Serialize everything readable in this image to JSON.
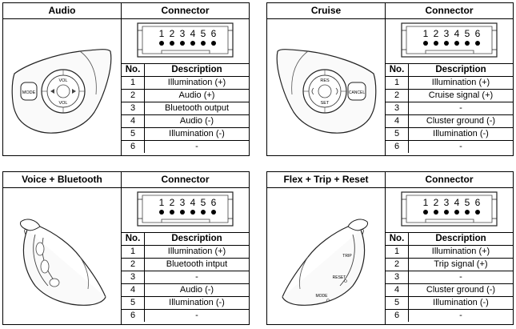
{
  "panels": [
    {
      "title": "Audio",
      "connector_title": "Connector",
      "switch_labels": [
        "MODE",
        "VOL",
        "VOL"
      ],
      "pin_numbers": [
        "1",
        "2",
        "3",
        "4",
        "5",
        "6"
      ],
      "table_header": {
        "no": "No.",
        "description": "Description"
      },
      "rows": [
        {
          "no": "1",
          "description": "Illumination (+)"
        },
        {
          "no": "2",
          "description": "Audio (+)"
        },
        {
          "no": "3",
          "description": "Bluetooth output"
        },
        {
          "no": "4",
          "description": "Audio (-)"
        },
        {
          "no": "5",
          "description": "Illumination (-)"
        },
        {
          "no": "6",
          "description": "-"
        }
      ]
    },
    {
      "title": "Cruise",
      "connector_title": "Connector",
      "switch_labels": [
        "RES",
        "SET",
        "CANCEL"
      ],
      "pin_numbers": [
        "1",
        "2",
        "3",
        "4",
        "5",
        "6"
      ],
      "table_header": {
        "no": "No.",
        "description": "Description"
      },
      "rows": [
        {
          "no": "1",
          "description": "Illumination (+)"
        },
        {
          "no": "2",
          "description": "Cruise signal (+)"
        },
        {
          "no": "3",
          "description": "-"
        },
        {
          "no": "4",
          "description": "Cluster ground (-)"
        },
        {
          "no": "5",
          "description": "Illumination (-)"
        },
        {
          "no": "6",
          "description": "-"
        }
      ]
    },
    {
      "title": "Voice + Bluetooth",
      "connector_title": "Connector",
      "pin_numbers": [
        "1",
        "2",
        "3",
        "4",
        "5",
        "6"
      ],
      "table_header": {
        "no": "No.",
        "description": "Description"
      },
      "rows": [
        {
          "no": "1",
          "description": "Illumination (+)"
        },
        {
          "no": "2",
          "description": "Bluetooth intput"
        },
        {
          "no": "3",
          "description": "-"
        },
        {
          "no": "4",
          "description": "Audio (-)"
        },
        {
          "no": "5",
          "description": "Illumination (-)"
        },
        {
          "no": "6",
          "description": "-"
        }
      ]
    },
    {
      "title": "Flex + Trip + Reset",
      "connector_title": "Connector",
      "switch_labels": [
        "TRIP",
        "RESET",
        "MODE"
      ],
      "pin_numbers": [
        "1",
        "2",
        "3",
        "4",
        "5",
        "6"
      ],
      "table_header": {
        "no": "No.",
        "description": "Description"
      },
      "rows": [
        {
          "no": "1",
          "description": "Illumination (+)"
        },
        {
          "no": "2",
          "description": "Trip signal (+)"
        },
        {
          "no": "3",
          "description": "-"
        },
        {
          "no": "4",
          "description": "Cluster ground (-)"
        },
        {
          "no": "5",
          "description": "Illumination (-)"
        },
        {
          "no": "6",
          "description": "-"
        }
      ]
    }
  ]
}
